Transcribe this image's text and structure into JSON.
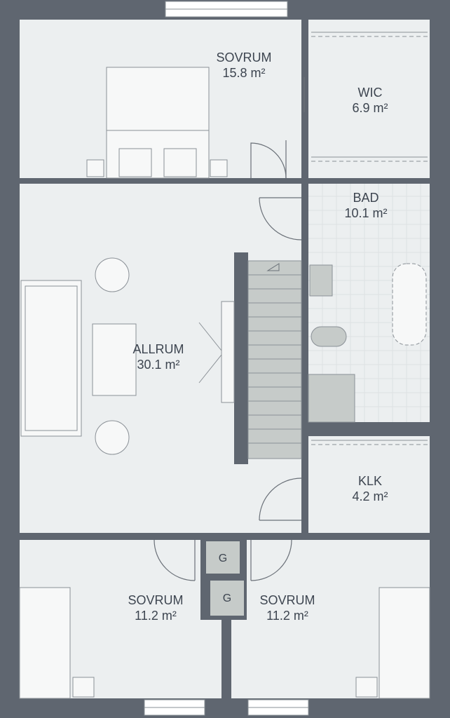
{
  "rooms": [
    {
      "id": "sovrum-top",
      "name": "SOVRUM",
      "area": "15.8 m²"
    },
    {
      "id": "wic",
      "name": "WIC",
      "area": "6.9 m²"
    },
    {
      "id": "bad",
      "name": "BAD",
      "area": "10.1 m²"
    },
    {
      "id": "allrum",
      "name": "ALLRUM",
      "area": "30.1 m²"
    },
    {
      "id": "klk",
      "name": "KLK",
      "area": "4.2 m²"
    },
    {
      "id": "sovrum-left",
      "name": "SOVRUM",
      "area": "11.2 m²"
    },
    {
      "id": "sovrum-right",
      "name": "SOVRUM",
      "area": "11.2 m²"
    }
  ],
  "shafts": [
    "G",
    "G"
  ],
  "colors": {
    "wall": "#5f6670",
    "floor": "#eceff0",
    "fixture": "#c6cbc9",
    "line": "#8a9096"
  }
}
